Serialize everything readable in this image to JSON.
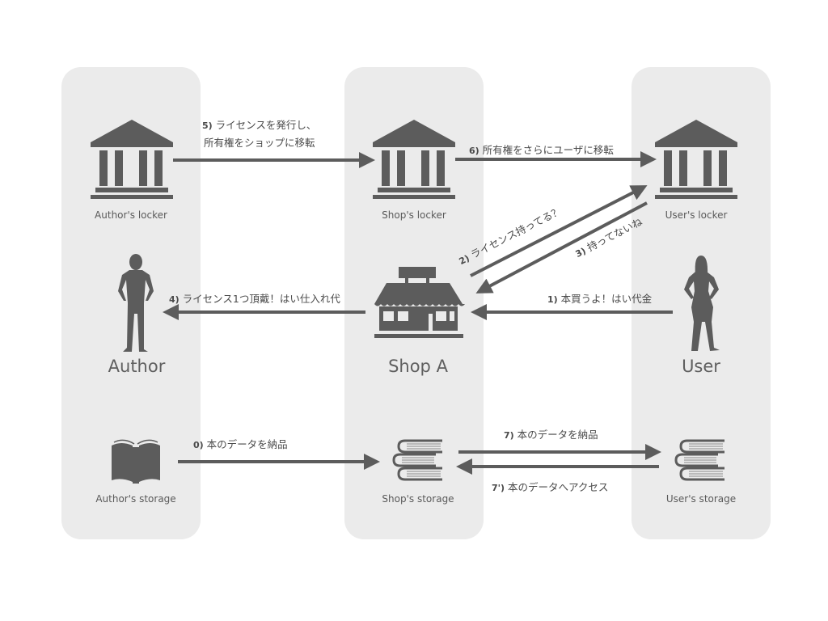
{
  "colors": {
    "lane_bg": "#ebebeb",
    "icon": "#5c5c5c",
    "arrow": "#5c5c5c",
    "text": "#555555"
  },
  "lanes": [
    {
      "id": "author",
      "actor": "Author",
      "locker_label": "Author's locker",
      "storage_label": "Author's storage",
      "actor_icon": "man-silhouette-icon",
      "locker_icon": "bank-building-icon",
      "storage_icon": "open-book-icon"
    },
    {
      "id": "shop",
      "actor": "Shop A",
      "locker_label": "Shop's locker",
      "storage_label": "Shop's storage",
      "actor_icon": "storefront-icon",
      "locker_icon": "bank-building-icon",
      "storage_icon": "book-stack-icon"
    },
    {
      "id": "user",
      "actor": "User",
      "locker_label": "User's locker",
      "storage_label": "User's storage",
      "actor_icon": "woman-silhouette-icon",
      "locker_icon": "bank-building-icon",
      "storage_icon": "book-stack-icon"
    }
  ],
  "messages": [
    {
      "step": "0)",
      "text": "本のデータを納品",
      "from": "Author's storage",
      "to": "Shop's storage"
    },
    {
      "step": "1)",
      "text": "本買うよ！はい代金",
      "from": "User",
      "to": "Shop A"
    },
    {
      "step": "2)",
      "text": "ライセンス持ってる？",
      "from": "Shop A",
      "to": "User's locker"
    },
    {
      "step": "3)",
      "text": "持ってないね",
      "from": "User's locker",
      "to": "Shop A"
    },
    {
      "step": "4)",
      "text": "ライセンス1つ頂戴！はい仕入れ代",
      "from": "Shop A",
      "to": "Author"
    },
    {
      "step": "5)",
      "text": "ライセンスを発行し、",
      "text2": "所有権をショップに移転",
      "from": "Author's locker",
      "to": "Shop's locker"
    },
    {
      "step": "6)",
      "text": "所有権をさらにユーザに移転",
      "from": "Shop's locker",
      "to": "User's locker"
    },
    {
      "step": "7)",
      "text": "本のデータを納品",
      "from": "Shop's storage",
      "to": "User's storage"
    },
    {
      "step": "7')",
      "text": "本のデータへアクセス",
      "from": "User's storage",
      "to": "Shop's storage"
    }
  ]
}
